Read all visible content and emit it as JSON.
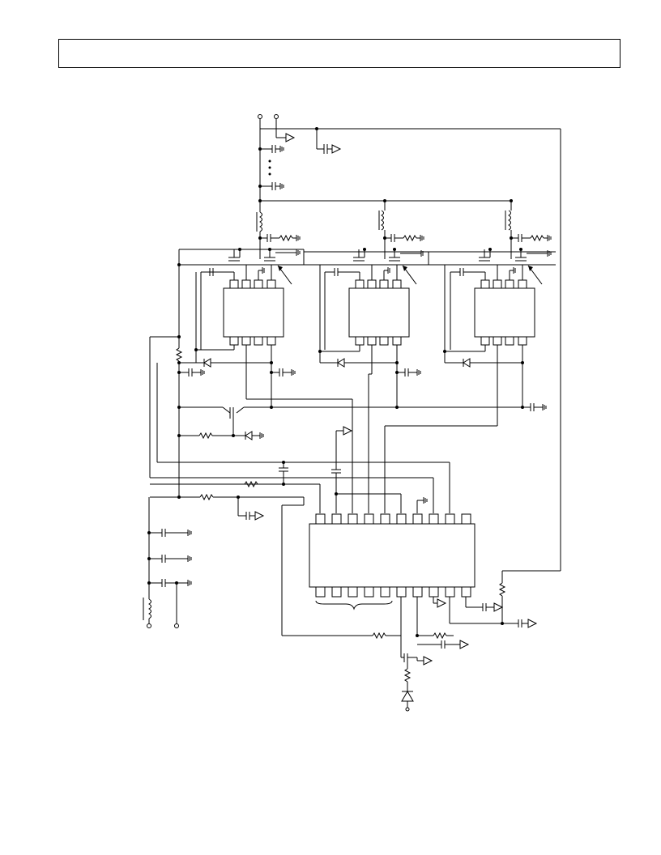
{
  "page": {
    "title": "",
    "colors": {
      "ink": "#000000",
      "paper": "#ffffff"
    }
  },
  "schematic": {
    "description_text": "",
    "half_bridges": [
      {
        "id": "phase-a"
      },
      {
        "id": "phase-b"
      },
      {
        "id": "phase-c"
      }
    ],
    "controller": {
      "label": ""
    }
  }
}
